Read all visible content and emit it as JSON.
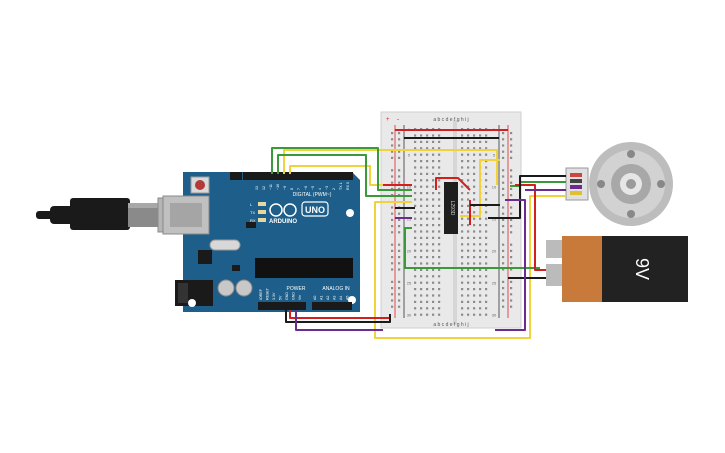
{
  "colors": {
    "arduino_board": "#1d5f8a",
    "arduino_dark": "#174b6d",
    "breadboard": "#e9e9e9",
    "wire_red": "#d41f1f",
    "wire_black": "#1a1a1a",
    "wire_yellow": "#f2d23b",
    "wire_green": "#3a9a3a",
    "wire_purple": "#6a2c91",
    "battery_orange": "#c77a3a",
    "battery_black": "#222222",
    "motor_gray": "#c8c8c8"
  },
  "arduino": {
    "logo_text": "ARDUINO",
    "model_text": "UNO",
    "digital_label": "DIGITAL (PWM~)",
    "power_label": "POWER",
    "analog_label": "ANALOG IN",
    "tx_label": "TX",
    "rx_label": "RX",
    "l_label": "L",
    "aref_label": "AREF",
    "gnd_label": "GND",
    "pin_numbers": [
      "13",
      "12",
      "~11",
      "~10",
      "~9",
      "8",
      "7",
      "~6",
      "~5",
      "4",
      "~3",
      "2",
      "TX 1",
      "RX 0"
    ],
    "power_pins": [
      "IOREF",
      "RESET",
      "3.3V",
      "5V",
      "GND",
      "GND",
      "Vin"
    ],
    "analog_pins": [
      "A0",
      "A1",
      "A2",
      "A3",
      "A4",
      "A5"
    ]
  },
  "breadboard": {
    "top_letters": "a b c d e     f g h i j",
    "bottom_letters": "a b c d e     f g h i j",
    "row_numbers": [
      "1",
      "5",
      "10",
      "15",
      "20",
      "25",
      "30"
    ],
    "plus_label": "+",
    "minus_label": "-"
  },
  "ic": {
    "label": "L293D"
  },
  "battery": {
    "label": "9V"
  },
  "icons": [
    "usb-cable-icon",
    "arduino-board-icon",
    "breadboard-icon",
    "ic-chip-icon",
    "gear-motor-icon",
    "battery-icon"
  ]
}
